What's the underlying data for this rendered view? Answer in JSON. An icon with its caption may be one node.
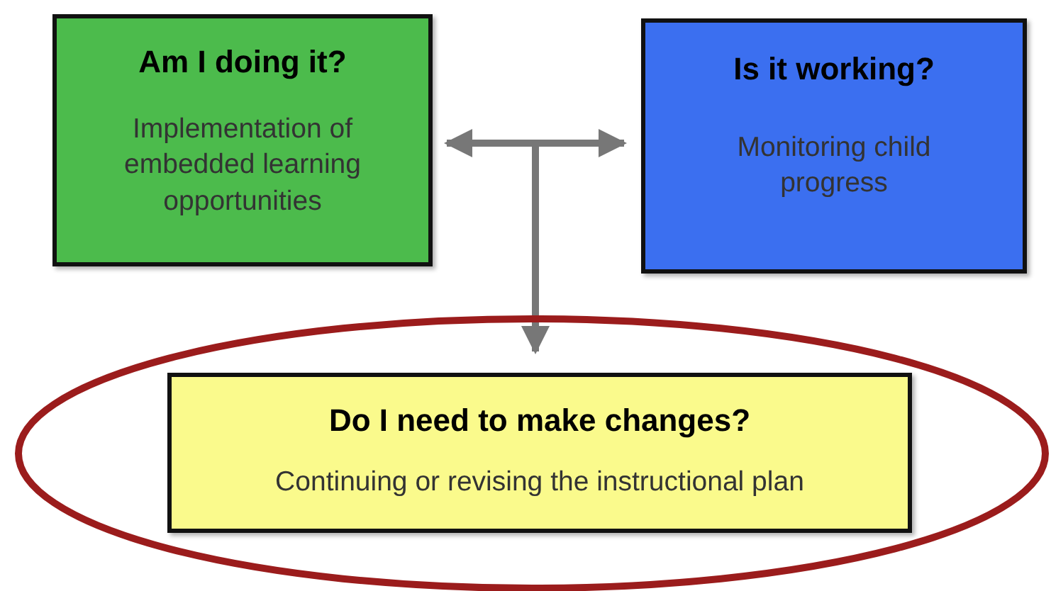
{
  "diagram": {
    "nodes": [
      {
        "text": [
          "Am I doing it?",
          "Implementation of embedded learning opportunities"
        ]
      },
      {
        "text": [
          "Is it working?",
          "Monitoring child progress"
        ]
      },
      {
        "text": [],
        "shape": "ellipse"
      },
      {
        "text": [
          "Do I need to make changes?",
          "Continuing or revising the instructional plan"
        ],
        "in": 2
      }
    ],
    "edges": [
      {
        "from": 0,
        "to": 1,
        "arrow": "both"
      },
      {
        "from": null,
        "to": 3,
        "arrow": "to"
      }
    ]
  }
}
